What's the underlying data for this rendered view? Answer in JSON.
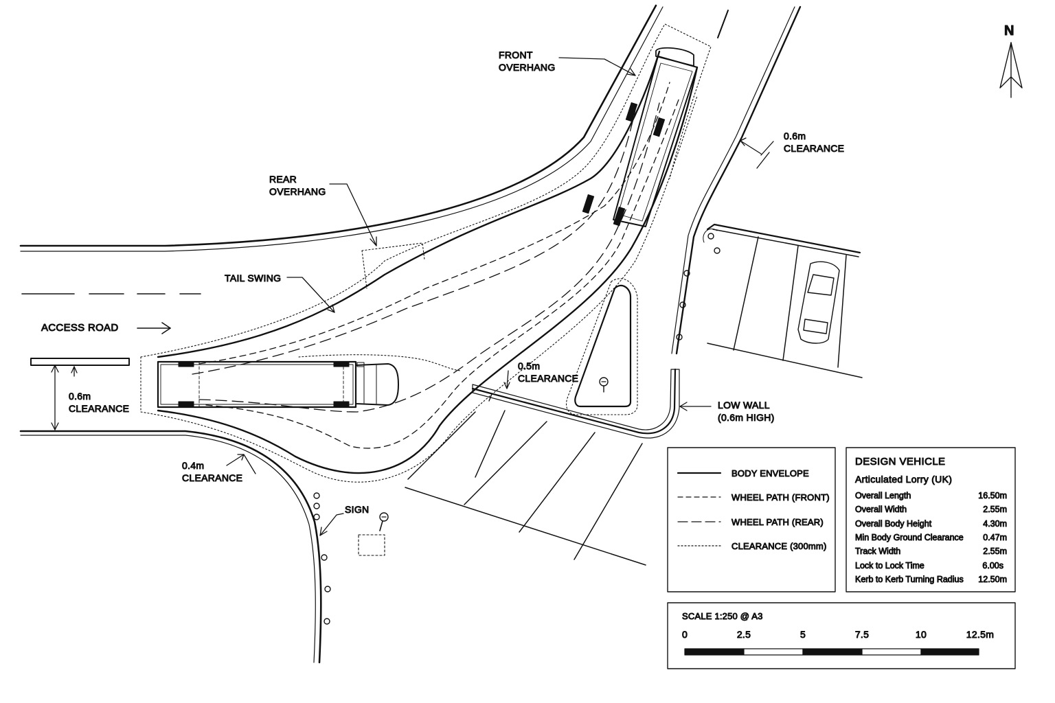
{
  "north": "N",
  "labels": {
    "front_overhang_1": "FRONT",
    "front_overhang_2": "OVERHANG",
    "rear_overhang_1": "REAR",
    "rear_overhang_2": "OVERHANG",
    "tail_swing": "TAIL SWING",
    "access_road": "ACCESS ROAD",
    "clear_06_right_1": "0.6m",
    "clear_06_right_2": "CLEARANCE",
    "clear_06_left_1": "0.6m",
    "clear_06_left_2": "CLEARANCE",
    "clear_05_1": "0.5m",
    "clear_05_2": "CLEARANCE",
    "clear_04_1": "0.4m",
    "clear_04_2": "CLEARANCE",
    "sign": "SIGN",
    "low_wall_1": "LOW WALL",
    "low_wall_2": "(0.6m HIGH)"
  },
  "legend": {
    "items": [
      {
        "label": "BODY ENVELOPE",
        "style": "solid"
      },
      {
        "label": "WHEEL PATH (FRONT)",
        "style": "dashed"
      },
      {
        "label": "WHEEL PATH (REAR)",
        "style": "long-dashed"
      },
      {
        "label": "CLEARANCE (300mm)",
        "style": "dotted"
      }
    ]
  },
  "design_vehicle": {
    "title": "DESIGN VEHICLE",
    "subtitle": "Articulated Lorry (UK)",
    "specs": [
      {
        "name": "Overall Length",
        "value": "16.50m"
      },
      {
        "name": "Overall Width",
        "value": "2.55m"
      },
      {
        "name": "Overall Body Height",
        "value": "4.30m"
      },
      {
        "name": "Min Body Ground Clearance",
        "value": "0.47m"
      },
      {
        "name": "Track Width",
        "value": "2.55m"
      },
      {
        "name": "Lock to Lock Time",
        "value": "6.00s"
      },
      {
        "name": "Kerb to Kerb Turning Radius",
        "value": "12.50m"
      }
    ]
  },
  "scale": {
    "title": "SCALE  1:250 @ A3",
    "ticks": [
      "0",
      "2.5",
      "5",
      "7.5",
      "10",
      "12.5m"
    ]
  }
}
